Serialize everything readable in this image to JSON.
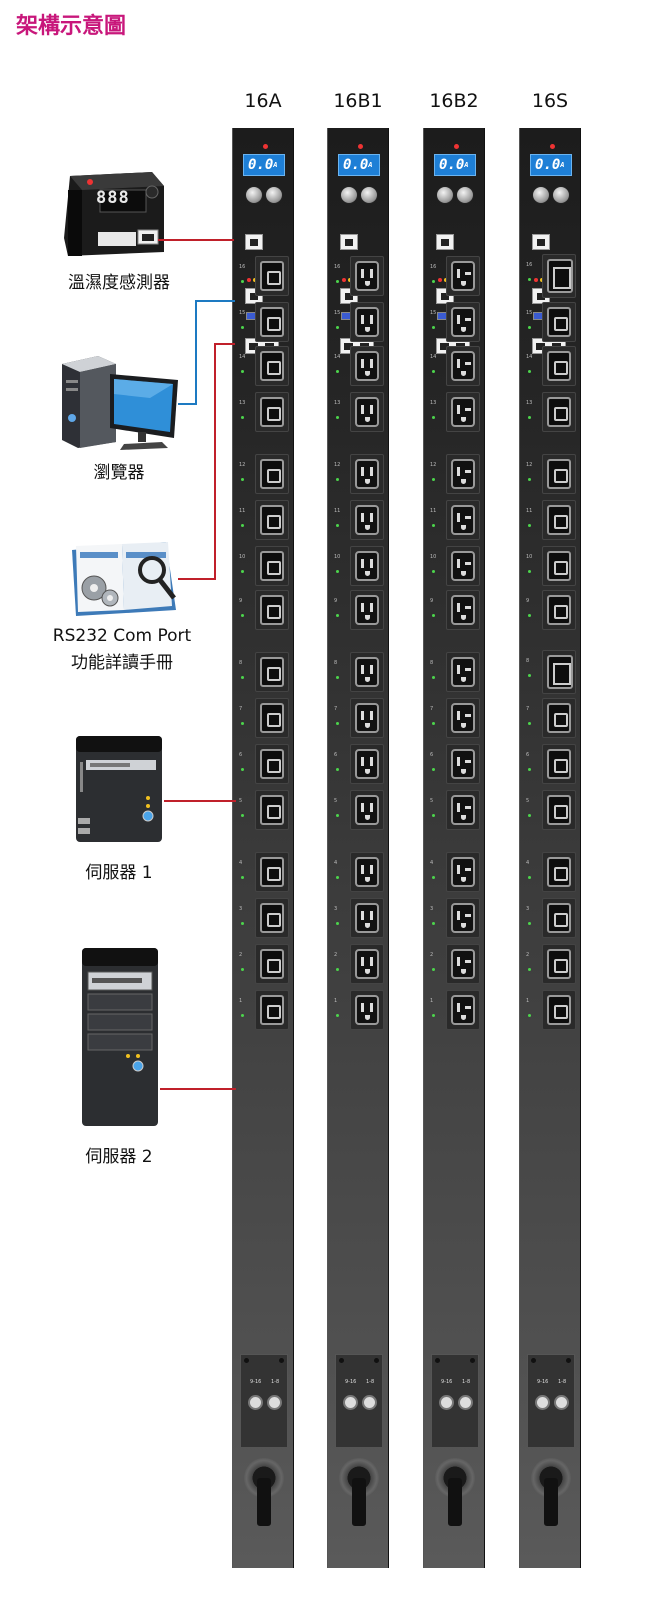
{
  "title": "架構示意圖",
  "columns": [
    {
      "id": "16A",
      "label": "16A",
      "outlet_type": "c13"
    },
    {
      "id": "16B1",
      "label": "16B1",
      "outlet_type": "nema15"
    },
    {
      "id": "16B2",
      "label": "16B2",
      "outlet_type": "nema20"
    },
    {
      "id": "16S",
      "label": "16S",
      "outlet_type": "mixed"
    }
  ],
  "display": {
    "value": "0.0",
    "unit": "A"
  },
  "outlet_numbers": [
    "16",
    "15",
    "14",
    "13",
    "12",
    "11",
    "10",
    "9",
    "8",
    "7",
    "6",
    "5",
    "4",
    "3",
    "2",
    "1"
  ],
  "breaker_labels": [
    "9-16",
    "1-8"
  ],
  "devices": {
    "sensor": {
      "label": "溫濕度感測器",
      "display": "888"
    },
    "browser": {
      "label": "瀏覽器"
    },
    "manual": {
      "line1": "RS232 Com Port",
      "line2": "功能詳讀手冊"
    },
    "server1": {
      "label": "伺服器 1"
    },
    "server2": {
      "label": "伺服器 2"
    }
  },
  "colors": {
    "title": "#c8177b",
    "wire_red": "#c0202a",
    "wire_blue": "#1d7ac2",
    "lcd": "#1e7fd6"
  }
}
